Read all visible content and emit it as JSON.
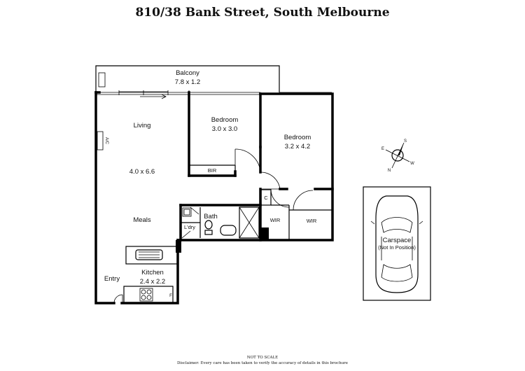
{
  "title": "810/38 Bank Street, South Melbourne",
  "rooms": {
    "balcony": {
      "name": "Balcony",
      "size": "7.8  x 1.2"
    },
    "living": {
      "name": "Living",
      "size": "4.0 x 6.6"
    },
    "meals": {
      "name": "Meals"
    },
    "bedroom1": {
      "name": "Bedroom",
      "size": "3.0 x 3.0"
    },
    "bedroom2": {
      "name": "Bedroom",
      "size": "3.2 x 4.2"
    },
    "bir": "BIR",
    "wir1": "WIR",
    "wir2": "WIR",
    "cupboard": "C",
    "bath": "Bath",
    "laundry": "L'dry",
    "kitchen": {
      "name": "Kitchen",
      "size": "2.4 x 2.2"
    },
    "entry": "Entry",
    "fridge": "F",
    "ac": "A/C"
  },
  "carspace": {
    "name": "Carspace",
    "note": "(Not In Position)"
  },
  "compass": {
    "n": "N",
    "e": "E",
    "s": "S",
    "w": "W"
  },
  "footer": {
    "scale": "NOT TO SCALE",
    "disclaimer": "Disclaimer: Every care has been taken to verify the accuracy of details in this brochure"
  }
}
